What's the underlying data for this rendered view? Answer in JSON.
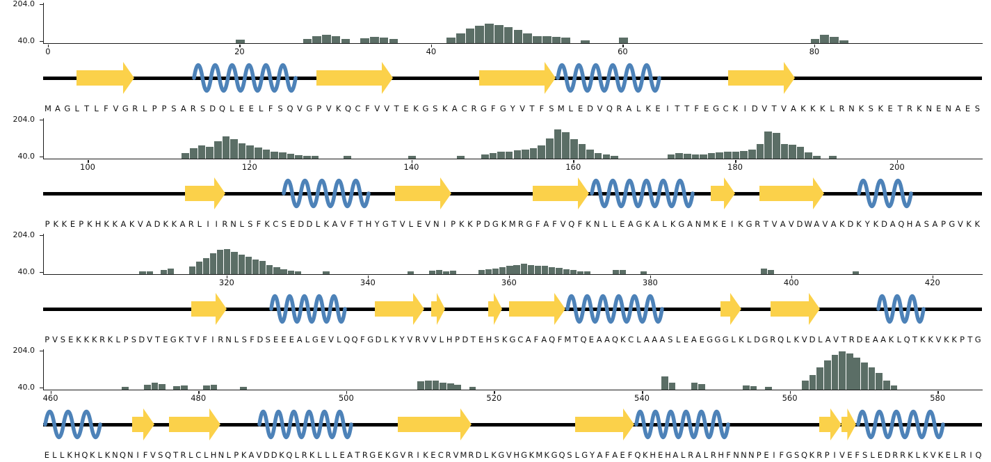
{
  "figure": {
    "background": "#ffffff",
    "colors": {
      "bar": "#5b6e66",
      "strand": "#fbd14a",
      "helix": "#4d82b8",
      "backbone": "#000000",
      "spine": "#1a1a1a",
      "text": "#111111"
    },
    "y_axis": {
      "ticks": [
        204.0,
        40.0
      ],
      "ymin": 30,
      "ymax": 210
    }
  },
  "chart_data": [
    {
      "type": "bar",
      "row": 1,
      "title": "",
      "xlabel": "",
      "ylabel": "",
      "x_range": [
        -0.5,
        97.5
      ],
      "x_ticks": [
        0,
        20,
        40,
        60,
        80
      ],
      "y_ticks": [
        204.0,
        40.0
      ],
      "ylim": [
        30,
        210
      ],
      "grid": false,
      "legend": "none",
      "sequence": "MAGLTLFVGRLPPSARSDQLEELFSQVGPVKQCFVVTEKGSKACRGFGYVTFSMLEDVQRALKEITTFEGCKIDVTVAKKKLRNKSKETRKNENAES",
      "bars": [
        [
          20,
          45
        ],
        [
          27,
          50
        ],
        [
          28,
          60
        ],
        [
          29,
          68
        ],
        [
          30,
          62
        ],
        [
          31,
          50
        ],
        [
          33,
          52
        ],
        [
          34,
          57
        ],
        [
          35,
          54
        ],
        [
          36,
          48
        ],
        [
          42,
          55
        ],
        [
          43,
          75
        ],
        [
          44,
          95
        ],
        [
          45,
          108
        ],
        [
          46,
          116
        ],
        [
          47,
          112
        ],
        [
          48,
          102
        ],
        [
          49,
          90
        ],
        [
          50,
          74
        ],
        [
          51,
          62
        ],
        [
          52,
          62
        ],
        [
          53,
          58
        ],
        [
          54,
          55
        ],
        [
          56,
          44
        ],
        [
          60,
          55
        ],
        [
          80,
          50
        ],
        [
          81,
          68
        ],
        [
          82,
          58
        ],
        [
          83,
          44
        ]
      ],
      "secondary_structure": [
        {
          "type": "strand",
          "start": 3,
          "end": 8
        },
        {
          "type": "helix",
          "start": 15,
          "end": 25
        },
        {
          "type": "strand",
          "start": 28,
          "end": 35
        },
        {
          "type": "strand",
          "start": 45,
          "end": 52
        },
        {
          "type": "helix",
          "start": 53,
          "end": 63
        },
        {
          "type": "strand",
          "start": 71,
          "end": 77
        }
      ]
    },
    {
      "type": "bar",
      "row": 2,
      "title": "",
      "xlabel": "",
      "ylabel": "",
      "x_range": [
        94.5,
        210.5
      ],
      "x_ticks": [
        100,
        120,
        140,
        160,
        180,
        200
      ],
      "y_ticks": [
        204.0,
        40.0
      ],
      "ylim": [
        30,
        210
      ],
      "grid": false,
      "legend": "none",
      "sequence": "PKKEPKHKKAKVADKKARLIIRNLSFKCSEDDLKAVFTHYGTVLEVNIPKKPDGKMRGFAFVQFKNLLEAGKALKGANMKEIKGRTVAVDWAVAKDKYKDAQHASAPGVKK",
      "bars": [
        [
          112,
          55
        ],
        [
          113,
          78
        ],
        [
          114,
          88
        ],
        [
          115,
          84
        ],
        [
          116,
          108
        ],
        [
          117,
          128
        ],
        [
          118,
          118
        ],
        [
          119,
          98
        ],
        [
          120,
          88
        ],
        [
          121,
          80
        ],
        [
          122,
          72
        ],
        [
          123,
          62
        ],
        [
          124,
          58
        ],
        [
          125,
          52
        ],
        [
          126,
          46
        ],
        [
          127,
          44
        ],
        [
          128,
          42
        ],
        [
          132,
          42
        ],
        [
          140,
          42
        ],
        [
          146,
          42
        ],
        [
          149,
          48
        ],
        [
          150,
          56
        ],
        [
          151,
          60
        ],
        [
          152,
          62
        ],
        [
          153,
          66
        ],
        [
          154,
          72
        ],
        [
          155,
          78
        ],
        [
          156,
          88
        ],
        [
          157,
          120
        ],
        [
          158,
          160
        ],
        [
          159,
          148
        ],
        [
          160,
          116
        ],
        [
          161,
          96
        ],
        [
          162,
          72
        ],
        [
          163,
          56
        ],
        [
          164,
          48
        ],
        [
          165,
          44
        ],
        [
          172,
          50
        ],
        [
          173,
          56
        ],
        [
          174,
          52
        ],
        [
          175,
          48
        ],
        [
          176,
          50
        ],
        [
          177,
          55
        ],
        [
          178,
          58
        ],
        [
          179,
          60
        ],
        [
          180,
          62
        ],
        [
          181,
          64
        ],
        [
          182,
          70
        ],
        [
          183,
          95
        ],
        [
          184,
          150
        ],
        [
          185,
          145
        ],
        [
          186,
          95
        ],
        [
          187,
          92
        ],
        [
          188,
          84
        ],
        [
          189,
          58
        ],
        [
          190,
          44
        ],
        [
          192,
          42
        ]
      ],
      "secondary_structure": [
        {
          "type": "strand",
          "start": 112,
          "end": 116
        },
        {
          "type": "helix",
          "start": 124,
          "end": 134
        },
        {
          "type": "strand",
          "start": 138,
          "end": 144
        },
        {
          "type": "strand",
          "start": 155,
          "end": 161
        },
        {
          "type": "helix",
          "start": 162,
          "end": 174
        },
        {
          "type": "strand",
          "start": 177,
          "end": 179
        },
        {
          "type": "strand",
          "start": 183,
          "end": 190
        },
        {
          "type": "helix",
          "start": 195,
          "end": 201
        }
      ]
    },
    {
      "type": "bar",
      "row": 3,
      "title": "",
      "xlabel": "",
      "ylabel": "",
      "x_range": [
        294,
        427
      ],
      "x_ticks": [
        320,
        340,
        360,
        380,
        400,
        420
      ],
      "y_ticks": [
        204.0,
        40.0
      ],
      "ylim": [
        30,
        210
      ],
      "grid": false,
      "legend": "none",
      "sequence": "PVSEKKKRKLPSDVTEGKTVFIRNLSFDSEEEALGEVLQQFGDLKYVRVVLHPDTEHSKGCAFAQFMTQEAAQKCLAAASLEAEGGGLKLDGRQLKVDLAVTRDEAAKLQTKKVKKPTG",
      "bars": [
        [
          308,
          42
        ],
        [
          309,
          44
        ],
        [
          311,
          50
        ],
        [
          312,
          54
        ],
        [
          315,
          65
        ],
        [
          316,
          85
        ],
        [
          317,
          102
        ],
        [
          318,
          122
        ],
        [
          319,
          140
        ],
        [
          320,
          142
        ],
        [
          321,
          130
        ],
        [
          322,
          118
        ],
        [
          323,
          108
        ],
        [
          324,
          96
        ],
        [
          325,
          88
        ],
        [
          326,
          72
        ],
        [
          327,
          60
        ],
        [
          328,
          52
        ],
        [
          329,
          46
        ],
        [
          330,
          44
        ],
        [
          334,
          42
        ],
        [
          346,
          42
        ],
        [
          349,
          46
        ],
        [
          350,
          48
        ],
        [
          351,
          44
        ],
        [
          352,
          46
        ],
        [
          356,
          48
        ],
        [
          357,
          52
        ],
        [
          358,
          56
        ],
        [
          359,
          60
        ],
        [
          360,
          66
        ],
        [
          361,
          72
        ],
        [
          362,
          76
        ],
        [
          363,
          70
        ],
        [
          364,
          66
        ],
        [
          365,
          68
        ],
        [
          366,
          62
        ],
        [
          367,
          58
        ],
        [
          368,
          52
        ],
        [
          369,
          48
        ],
        [
          370,
          44
        ],
        [
          371,
          44
        ],
        [
          375,
          50
        ],
        [
          376,
          48
        ],
        [
          379,
          42
        ],
        [
          396,
          54
        ],
        [
          397,
          48
        ],
        [
          409,
          42
        ]
      ],
      "secondary_structure": [
        {
          "type": "strand",
          "start": 315,
          "end": 319
        },
        {
          "type": "helix",
          "start": 326,
          "end": 336
        },
        {
          "type": "strand",
          "start": 341,
          "end": 347
        },
        {
          "type": "strand",
          "start": 349,
          "end": 350
        },
        {
          "type": "strand",
          "start": 357,
          "end": 358
        },
        {
          "type": "strand",
          "start": 360,
          "end": 367
        },
        {
          "type": "helix",
          "start": 368,
          "end": 381
        },
        {
          "type": "strand",
          "start": 390,
          "end": 392
        },
        {
          "type": "strand",
          "start": 397,
          "end": 403
        },
        {
          "type": "helix",
          "start": 412,
          "end": 418
        }
      ]
    },
    {
      "type": "bar",
      "row": 4,
      "title": "",
      "xlabel": "",
      "ylabel": "",
      "x_range": [
        459,
        586
      ],
      "x_ticks": [
        460,
        480,
        500,
        520,
        540,
        560,
        580
      ],
      "y_ticks": [
        204.0,
        40.0
      ],
      "ylim": [
        30,
        210
      ],
      "grid": false,
      "legend": "none",
      "sequence": "ELLKHQKLKNQNIFVSQTRLCLHNLPKAVDDKQLRKLLLEATRGEKGVRIKECRVMRDLKGVHGKMKGQSLGYAFAEFQKHEHALRALRHFNNNPEIFGSQKRPIVEFSLEDRRKLKVKELRIQ",
      "bars": [
        [
          470,
          42
        ],
        [
          473,
          52
        ],
        [
          474,
          62
        ],
        [
          475,
          56
        ],
        [
          477,
          46
        ],
        [
          478,
          48
        ],
        [
          481,
          50
        ],
        [
          482,
          52
        ],
        [
          486,
          42
        ],
        [
          510,
          68
        ],
        [
          511,
          72
        ],
        [
          512,
          70
        ],
        [
          513,
          62
        ],
        [
          514,
          58
        ],
        [
          515,
          52
        ],
        [
          517,
          42
        ],
        [
          543,
          88
        ],
        [
          544,
          60
        ],
        [
          547,
          62
        ],
        [
          548,
          54
        ],
        [
          554,
          50
        ],
        [
          555,
          46
        ],
        [
          557,
          42
        ],
        [
          562,
          70
        ],
        [
          563,
          95
        ],
        [
          564,
          130
        ],
        [
          565,
          162
        ],
        [
          566,
          186
        ],
        [
          567,
          202
        ],
        [
          568,
          192
        ],
        [
          569,
          172
        ],
        [
          570,
          152
        ],
        [
          571,
          130
        ],
        [
          572,
          104
        ],
        [
          573,
          70
        ],
        [
          574,
          50
        ]
      ],
      "secondary_structure": [
        {
          "type": "helix",
          "start": 459,
          "end": 466
        },
        {
          "type": "strand",
          "start": 471,
          "end": 473
        },
        {
          "type": "strand",
          "start": 476,
          "end": 482
        },
        {
          "type": "helix",
          "start": 488,
          "end": 500
        },
        {
          "type": "strand",
          "start": 507,
          "end": 516
        },
        {
          "type": "strand",
          "start": 531,
          "end": 538
        },
        {
          "type": "helix",
          "start": 539,
          "end": 551
        },
        {
          "type": "strand",
          "start": 564,
          "end": 566
        },
        {
          "type": "strand",
          "start": 567,
          "end": 568
        },
        {
          "type": "helix",
          "start": 569,
          "end": 580
        }
      ]
    }
  ]
}
